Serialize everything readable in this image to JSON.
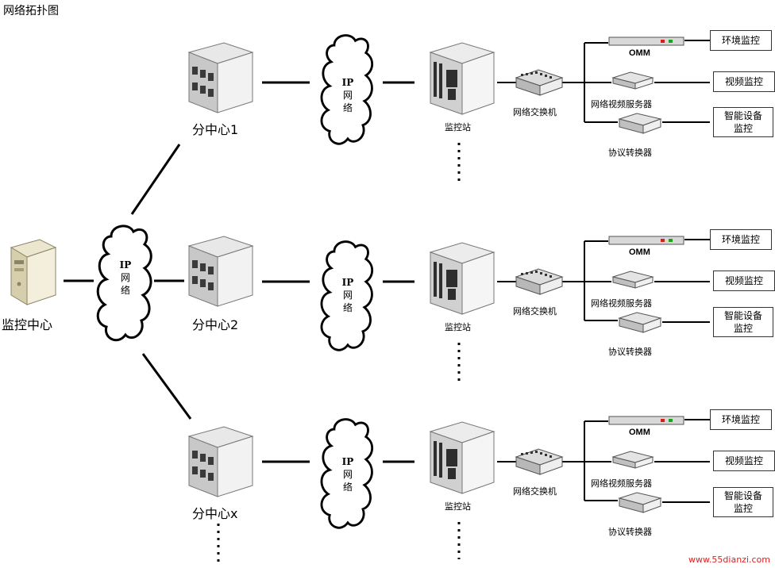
{
  "title": "网络拓扑图",
  "center": {
    "label": "监控中心"
  },
  "cloud": {
    "label_ip": "IP",
    "label_net": "网络"
  },
  "branches": [
    {
      "branch_label": "分中心1",
      "station_label": "监控站",
      "switch_label": "网络交换机",
      "omm_label": "OMM",
      "video_server_label": "网络视频服务器",
      "protocol_converter_label": "协议转换器",
      "outputs": [
        "环境监控",
        "视频监控",
        "智能设备",
        "监控"
      ]
    },
    {
      "branch_label": "分中心2",
      "station_label": "监控站",
      "switch_label": "网络交换机",
      "omm_label": "OMM",
      "video_server_label": "网络视频服务器",
      "protocol_converter_label": "协议转换器",
      "outputs": [
        "环境监控",
        "视频监控",
        "智能设备",
        "监控"
      ]
    },
    {
      "branch_label": "分中心x",
      "station_label": "监控站",
      "switch_label": "网络交换机",
      "omm_label": "OMM",
      "video_server_label": "网络视频服务器",
      "protocol_converter_label": "协议转换器",
      "outputs": [
        "环境监控",
        "视频监控",
        "智能设备",
        "监控"
      ]
    }
  ],
  "watermark": "www.55dianzi.com",
  "colors": {
    "line": "#000000",
    "watermark": "#e02020",
    "omm_led_red": "#d02020",
    "omm_led_green": "#20a020"
  }
}
